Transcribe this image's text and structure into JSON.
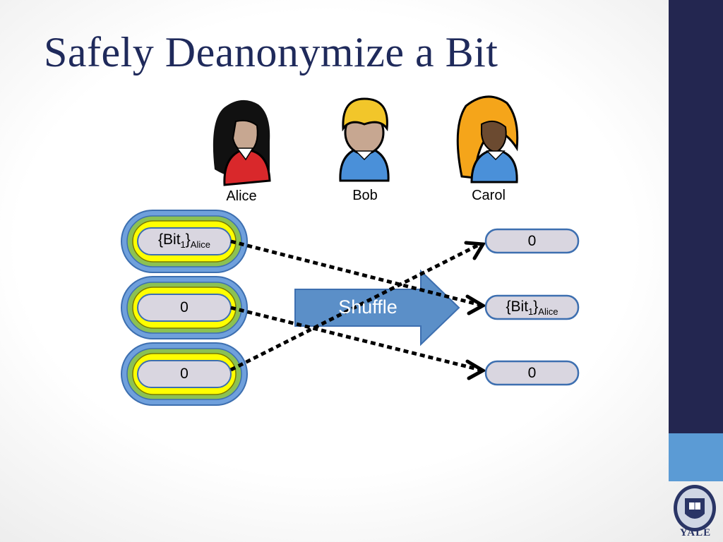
{
  "slide": {
    "title": "Safely Deanonymize a Bit",
    "logo_text": "YALE"
  },
  "people": [
    {
      "name": "Alice",
      "hair": "#111111",
      "shirt": "#d9282b"
    },
    {
      "name": "Bob",
      "hair": "#f2c62a",
      "shirt": "#4a90d9"
    },
    {
      "name": "Carol",
      "hair": "#f5a51a",
      "shirt": "#4a90d9"
    }
  ],
  "inputs": [
    {
      "base": "{Bit",
      "sub1": "1",
      "mid": "}",
      "sub2": "Alice"
    },
    {
      "base": "0"
    },
    {
      "base": "0"
    }
  ],
  "outputs": [
    {
      "base": "0"
    },
    {
      "base": "{Bit",
      "sub1": "1",
      "mid": "}",
      "sub2": "Alice"
    },
    {
      "base": "0"
    }
  ],
  "shuffle_label": "Shuffle",
  "colors": {
    "title": "#1f2a5b",
    "sidebar": "#232650",
    "sidebar_accent": "#5b9bd5",
    "onion_outer": "#6fa0dc",
    "onion_green": "#8cc152",
    "onion_yellow": "#ffff00",
    "pill_fill": "#d9d6e0",
    "arrow_fill": "#5b8fc8"
  }
}
